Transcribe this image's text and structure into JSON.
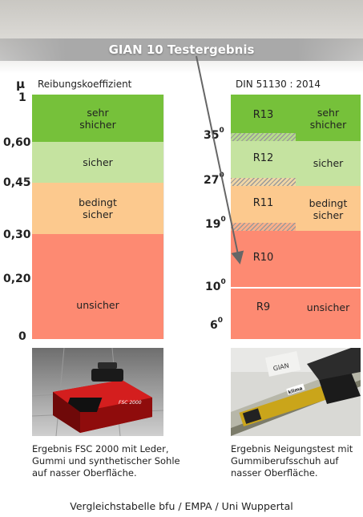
{
  "banner": {
    "title": "GIAN 10 Testergebnis"
  },
  "left_chart": {
    "axis_symbol": "μ",
    "header": "Reibungskoeffizient",
    "ticks": [
      "1",
      "0,60",
      "0,45",
      "0,30",
      "0,20",
      "0"
    ],
    "bands": [
      {
        "label_line1": "sehr",
        "label_line2": "shicher",
        "color": "#76c13a"
      },
      {
        "label_line1": "sicher",
        "label_line2": "",
        "color": "#c5e3a0"
      },
      {
        "label_line1": "bedingt",
        "label_line2": "sicher",
        "color": "#fcc98e"
      },
      {
        "label_line1": "unsicher",
        "label_line2": "",
        "color": "#fd8a72"
      }
    ]
  },
  "right_chart": {
    "header": "DIN 51130 : 2014",
    "ticks": [
      {
        "value": "35",
        "sup": "0"
      },
      {
        "value": "27",
        "sup": "0"
      },
      {
        "value": "19",
        "sup": "0"
      },
      {
        "value": "10",
        "sup": "0"
      },
      {
        "value": "6",
        "sup": "0"
      }
    ],
    "classes": [
      "R13",
      "R12",
      "R11",
      "R10",
      "R9"
    ],
    "labels": [
      {
        "line1": "sehr",
        "line2": "shicher"
      },
      {
        "line1": "sicher",
        "line2": ""
      },
      {
        "line1": "bedingt",
        "line2": "sicher"
      },
      {
        "line1": "unsicher",
        "line2": ""
      }
    ],
    "result_class": "R10"
  },
  "photos": {
    "left": {
      "device_label": "FSC 2000"
    },
    "right": {
      "paper_text": "GIAN",
      "brand": "klima"
    }
  },
  "captions": {
    "left": [
      "Ergebnis FSC 2000 mit Leder,",
      "Gummi und synthetischer Sohle",
      "auf nasser Oberfläche."
    ],
    "right": [
      "Ergebnis Neigungstest mit",
      "Gummiberufsschuh auf",
      "nasser Oberfläche."
    ]
  },
  "footer": "Vergleichstabelle bfu / EMPA / Uni Wuppertal",
  "colors": {
    "very_safe": "#76c13a",
    "safe": "#c5e3a0",
    "conditional": "#fcc98e",
    "unsafe": "#fd8a72",
    "banner": "#a9a9a9",
    "arrow": "#666666"
  }
}
